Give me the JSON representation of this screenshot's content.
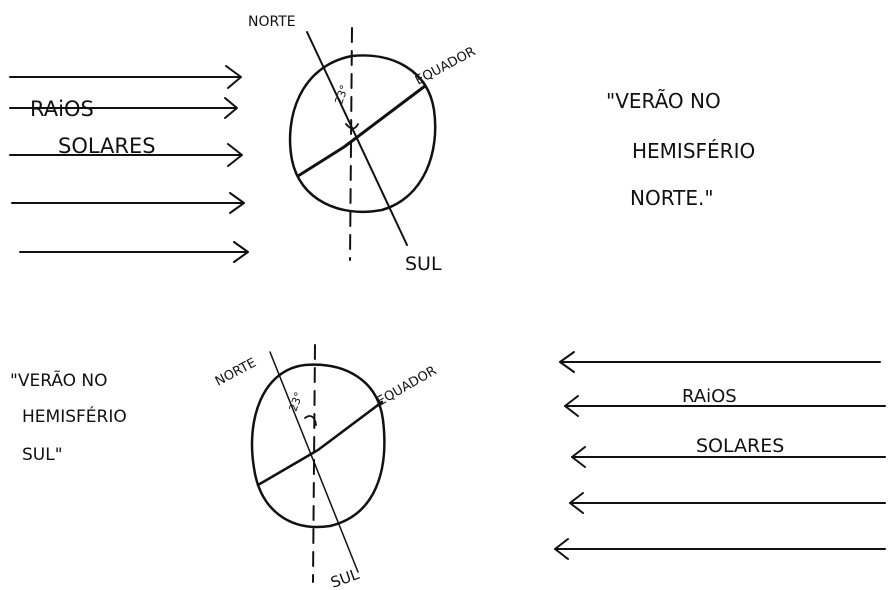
{
  "diagram_top": {
    "rays_label_line1": "RAiOS",
    "rays_label_line2": "SOLARES",
    "north_label": "NORTE",
    "south_label": "SUL",
    "equator_label": "EQUADOR",
    "angle_label": "23°",
    "caption_line1": "\"VERÃO NO",
    "caption_line2": "HEMISFÉRIO",
    "caption_line3": "NORTE.\""
  },
  "diagram_bottom": {
    "rays_label_line1": "RAiOS",
    "rays_label_line2": "SOLARES",
    "north_label": "NORTE",
    "south_label": "SUL",
    "equator_label": "EQUADOR",
    "angle_label": "23°",
    "caption_line1": "\"VERÃO NO",
    "caption_line2": "HEMISFÉRIO",
    "caption_line3": "SUL\""
  }
}
